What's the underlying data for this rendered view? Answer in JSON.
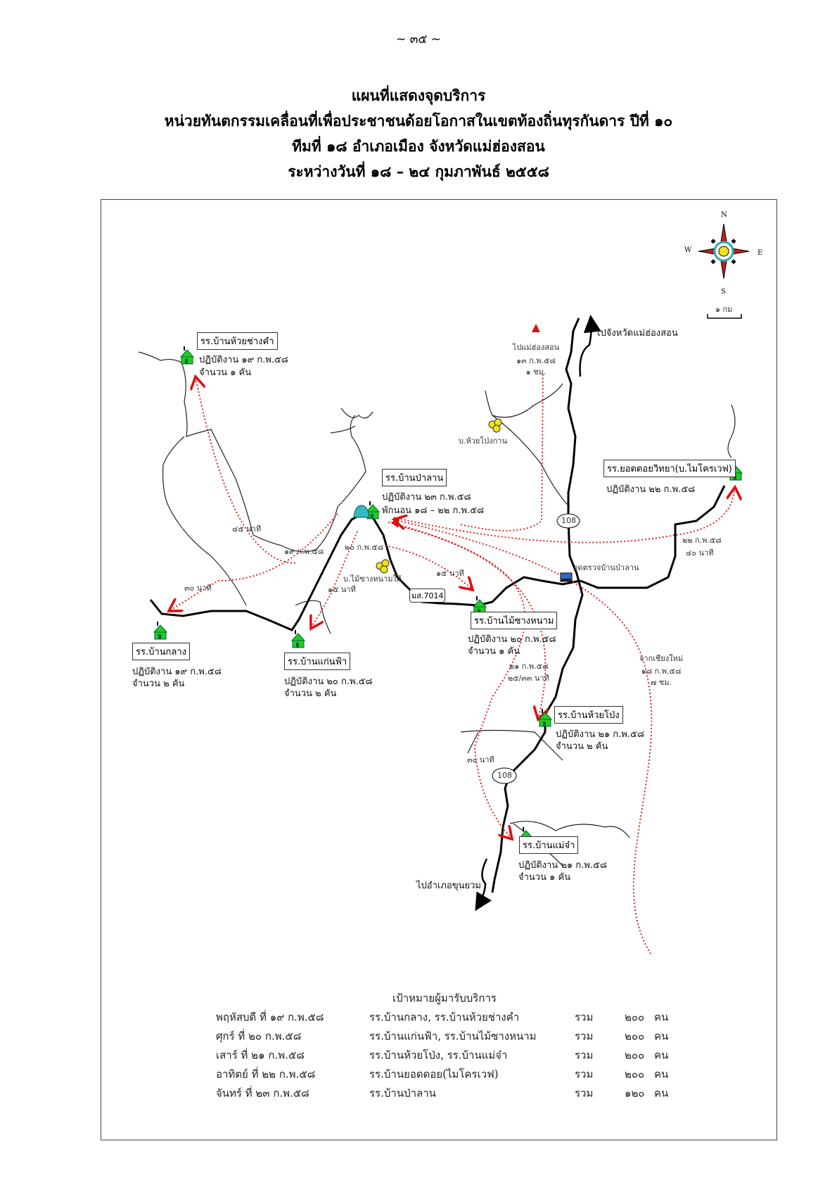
{
  "page_number": "~ ๓๕ ~",
  "title": [
    "แผนที่แสดงจุดบริการ",
    "หน่วยทันตกรรมเคลื่อนที่เพื่อประชาชนด้อยโอกาสในเขตท้องถิ่นทุรกันดาร   ปีที่ ๑๐",
    "ทีมที่ ๑๘   อำเภอเมือง   จังหวัดแม่ฮ่องสอน",
    "ระหว่างวันที่ ๑๘ – ๒๔ กุมภาพันธ์ ๒๕๕๘"
  ],
  "map": {
    "compass": {
      "n": "N",
      "s": "S",
      "e": "E",
      "w": "W"
    },
    "scale": "๑ กม",
    "schools": [
      {
        "name": "รร.บ้านห้วยช่างคำ",
        "lines": [
          "ปฏิบัติงาน ๑๙ ก.พ.๕๘",
          "จำนวน ๑ คัน"
        ]
      },
      {
        "name": "รร.บ้านป่าลาน",
        "lines": [
          "ปฏิบัติงาน ๒๓ ก.พ.๕๘",
          "พักนอน ๑๘ – ๒๒ ก.พ.๕๘"
        ]
      },
      {
        "name": "รร.ยอดดอยวิทยา(บ.ไมโครเวฟ)",
        "lines": [
          "ปฏิบัติงาน ๒๒ ก.พ.๕๘"
        ]
      },
      {
        "name": "รร.บ้านกลาง",
        "lines": [
          "ปฏิบัติงาน ๑๙ ก.พ.๕๘",
          "จำนวน ๒ คัน"
        ]
      },
      {
        "name": "รร.บ้านแก่นฟ้า",
        "lines": [
          "ปฏิบัติงาน ๒๐ ก.พ.๕๘",
          "จำนวน ๒ คัน"
        ]
      },
      {
        "name": "รร.บ้านไม้ซางหนาม",
        "lines": [
          "ปฏิบัติงาน ๒๐ ก.พ.๕๘",
          "จำนวน ๑ คัน"
        ]
      },
      {
        "name": "รร.บ้านห้วยโป่ง",
        "lines": [
          "ปฏิบัติงาน ๒๑ ก.พ.๕๘",
          "จำนวน ๒ คัน"
        ]
      },
      {
        "name": "รร.บ้านแม่จ๋า",
        "lines": [
          "ปฏิบัติงาน ๒๑ ก.พ.๕๘",
          "จำนวน ๑ คัน"
        ]
      }
    ],
    "destinations": {
      "north": "ไปจังหวัดแม่ฮ่องสอน",
      "south": "ไปอำเภอขุนยวม"
    },
    "roads": {
      "r108a": "108",
      "r108b": "108",
      "r7014": "มส.7014"
    },
    "places": {
      "huaypongkan": "บ.ห้วยโป่งกาน",
      "maisangnamtai": "บ.ไม้ซางหนามใต้",
      "checkpoint": "จุดตรวจบ้านป่าลาน"
    },
    "route_labels": {
      "to_mhs": [
        "ไปแม่ฮ่องสอน",
        "๑๓ ก.พ.๕๘",
        "๑ ชม."
      ],
      "from_cm": [
        "จากเชียงใหม่",
        "๑๘ ก.พ.๕๘",
        "๗ ชม."
      ],
      "huaychangkham_time": "๔๕ นาที",
      "d19": "๑๙ ก.พ.๕๘",
      "d20": "๒๐ ก.พ.๕๘",
      "klang_time": "๓๐ นาที",
      "kaenfa_time": "๑๕ นาที",
      "maisang_time": "๑๕ นาที",
      "d22": "๒๒ ก.พ.๕๘",
      "yoddoi_time": "๔๐ นาที",
      "d21": "๒๑ ก.พ.๕๘",
      "huaypong_time": "๒๕/๓๓ นาที",
      "maecha_time": "๓๐ นาที"
    }
  },
  "table": {
    "heading": "เป้าหมายผู้มารับบริการ",
    "rows": [
      {
        "day": "พฤหัสบดี ที่ ๑๙ ก.พ.๕๘",
        "schools": "รร.บ้านกลาง, รร.บ้านห้วยช่างคำ",
        "total": "รวม",
        "count": "๒๐๐",
        "unit": "คน"
      },
      {
        "day": "ศุกร์ ที่ ๒๐ ก.พ.๕๘",
        "schools": "รร.บ้านแก่นฟ้า, รร.บ้านไม้ซางหนาม",
        "total": "รวม",
        "count": "๒๐๐",
        "unit": "คน"
      },
      {
        "day": "เสาร์ ที่ ๒๑ ก.พ.๕๘",
        "schools": "รร.บ้านห้วยโป่ง, รร.บ้านแม่จ๋า",
        "total": "รวม",
        "count": "๒๐๐",
        "unit": "คน"
      },
      {
        "day": "อาทิตย์ ที่ ๒๒ ก.พ.๕๘",
        "schools": "รร.บ้านยอดดอย(ไมโครเวฟ)",
        "total": "รวม",
        "count": "๒๐๐",
        "unit": "คน"
      },
      {
        "day": "จันทร์ ที่ ๒๓ ก.พ.๕๘",
        "schools": "รร.บ้านป่าลาน",
        "total": "รวม",
        "count": "๑๒๐",
        "unit": "คน"
      }
    ]
  },
  "colors": {
    "route": "#dd1111",
    "school": "#22cc22",
    "village": "#f2e21a",
    "tent": "#33bbbb",
    "checkpoint": "#3366cc"
  }
}
